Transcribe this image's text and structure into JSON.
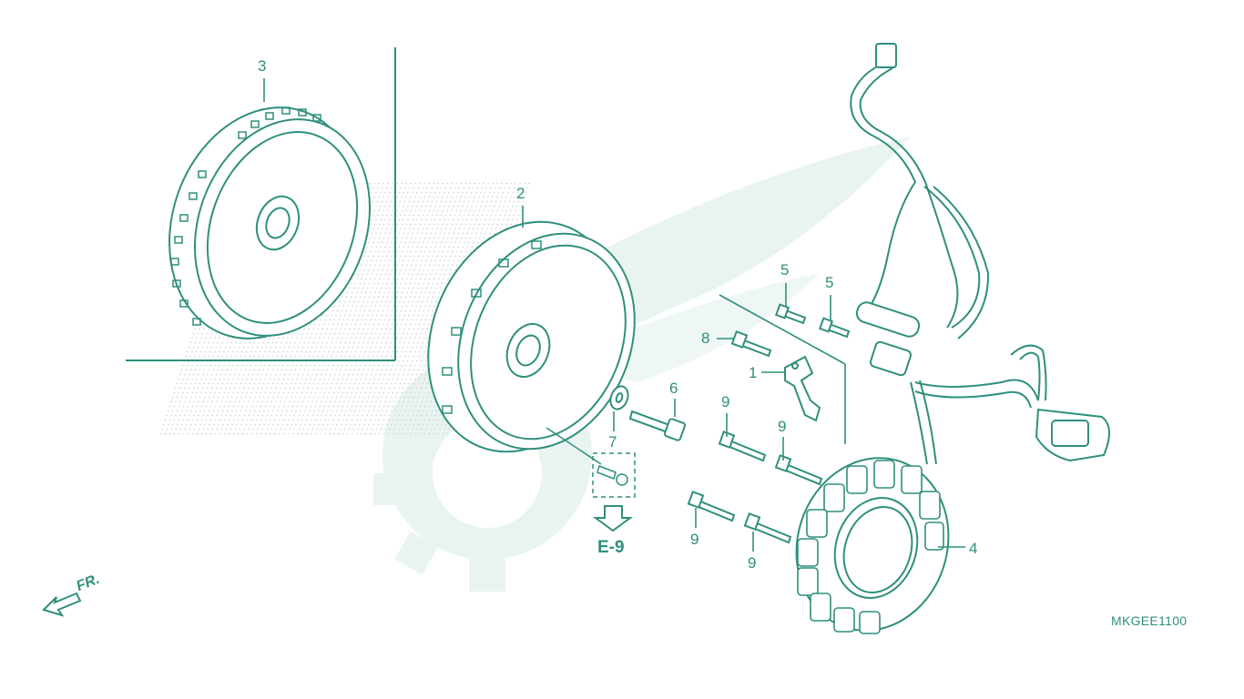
{
  "diagram": {
    "code": "MKGEE1100",
    "reference": "E-9",
    "direction": "FR.",
    "callouts": [
      {
        "id": "c1",
        "text": "1"
      },
      {
        "id": "c2",
        "text": "2"
      },
      {
        "id": "c3",
        "text": "3"
      },
      {
        "id": "c4",
        "text": "4"
      },
      {
        "id": "c5a",
        "text": "5"
      },
      {
        "id": "c5b",
        "text": "5"
      },
      {
        "id": "c6",
        "text": "6"
      },
      {
        "id": "c7",
        "text": "7"
      },
      {
        "id": "c8",
        "text": "8"
      },
      {
        "id": "c9a",
        "text": "9"
      },
      {
        "id": "c9b",
        "text": "9"
      },
      {
        "id": "c9c",
        "text": "9"
      },
      {
        "id": "c9d",
        "text": "9"
      }
    ],
    "colors": {
      "line": "#2f8f7c",
      "watermark": "#e3f1ec",
      "dots": "#d4d7d6"
    }
  }
}
